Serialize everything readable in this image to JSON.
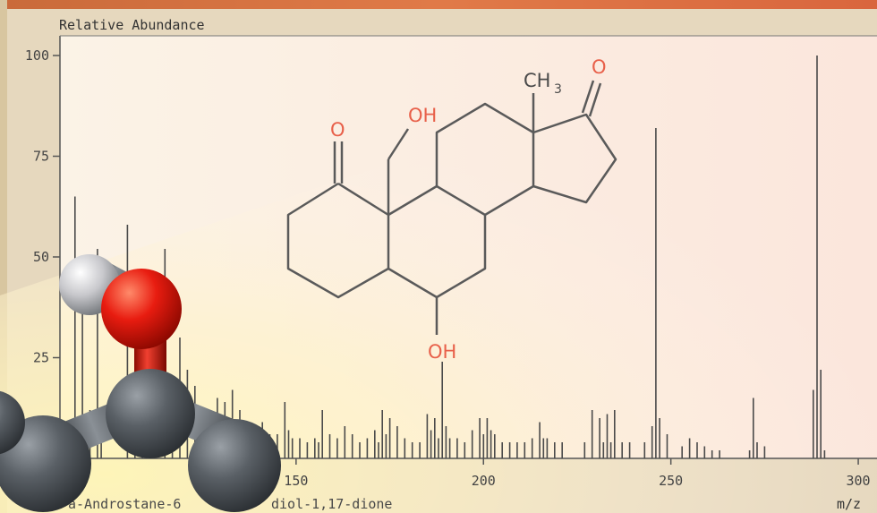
{
  "chart_data": {
    "type": "bar",
    "ylabel": "Relative Abundance",
    "xlabel": "m/z",
    "caption": "a-Androstane-6",
    "caption_tail": "diol-1,17-dione",
    "xlim": [
      87,
      305
    ],
    "ylim": [
      0,
      100
    ],
    "x_ticks": [
      {
        "value": 150,
        "label": "150"
      },
      {
        "value": 200,
        "label": "200"
      },
      {
        "value": 250,
        "label": "250"
      },
      {
        "value": 300,
        "label": "300"
      }
    ],
    "y_ticks": [
      {
        "value": 100,
        "label": "100"
      },
      {
        "value": 75,
        "label": "75"
      },
      {
        "value": 50,
        "label": "50"
      },
      {
        "value": 25,
        "label": "25"
      }
    ],
    "peaks_mz": [
      91,
      93,
      95,
      97,
      98,
      105,
      107,
      109,
      110,
      115,
      117,
      119,
      121,
      123,
      124,
      125,
      127,
      129,
      131,
      133,
      135,
      137,
      139,
      141,
      143,
      145,
      147,
      148,
      149,
      151,
      153,
      155,
      156,
      157,
      159,
      161,
      163,
      165,
      167,
      169,
      171,
      172,
      173,
      174,
      175,
      177,
      179,
      181,
      183,
      185,
      186,
      187,
      188,
      189,
      190,
      191,
      193,
      195,
      197,
      199,
      200,
      201,
      202,
      203,
      205,
      207,
      209,
      211,
      213,
      215,
      216,
      217,
      219,
      221,
      227,
      229,
      231,
      232,
      233,
      234,
      235,
      237,
      239,
      243,
      245,
      246,
      247,
      249,
      253,
      255,
      257,
      259,
      261,
      263,
      271,
      272,
      273,
      275,
      288,
      289,
      290,
      291
    ],
    "peaks_rel": [
      65,
      40,
      12,
      52,
      8,
      58,
      33,
      24,
      12,
      52,
      14,
      30,
      22,
      18,
      6,
      7,
      10,
      15,
      14,
      17,
      12,
      7,
      6,
      9,
      6,
      6,
      14,
      7,
      5,
      5,
      4,
      5,
      4,
      12,
      6,
      5,
      8,
      6,
      4,
      5,
      7,
      4,
      12,
      6,
      10,
      8,
      5,
      4,
      4,
      11,
      7,
      10,
      5,
      24,
      8,
      5,
      5,
      4,
      7,
      10,
      6,
      10,
      7,
      6,
      4,
      4,
      4,
      4,
      5,
      9,
      5,
      5,
      4,
      4,
      4,
      12,
      10,
      4,
      11,
      4,
      12,
      4,
      4,
      4,
      8,
      82,
      10,
      6,
      3,
      5,
      4,
      3,
      2,
      2,
      2,
      15,
      4,
      3,
      17,
      100,
      22,
      2
    ]
  },
  "structure": {
    "ketone_o_left": "O",
    "oh_top": "OH",
    "methyl": "CH",
    "methyl_sub": "3",
    "ketone_o_right": "O",
    "oh_bottom": "OH"
  },
  "colors": {
    "hetero_atom": "#e8604a",
    "peak": "#4a4a4a",
    "banner": "#d86a3e"
  }
}
